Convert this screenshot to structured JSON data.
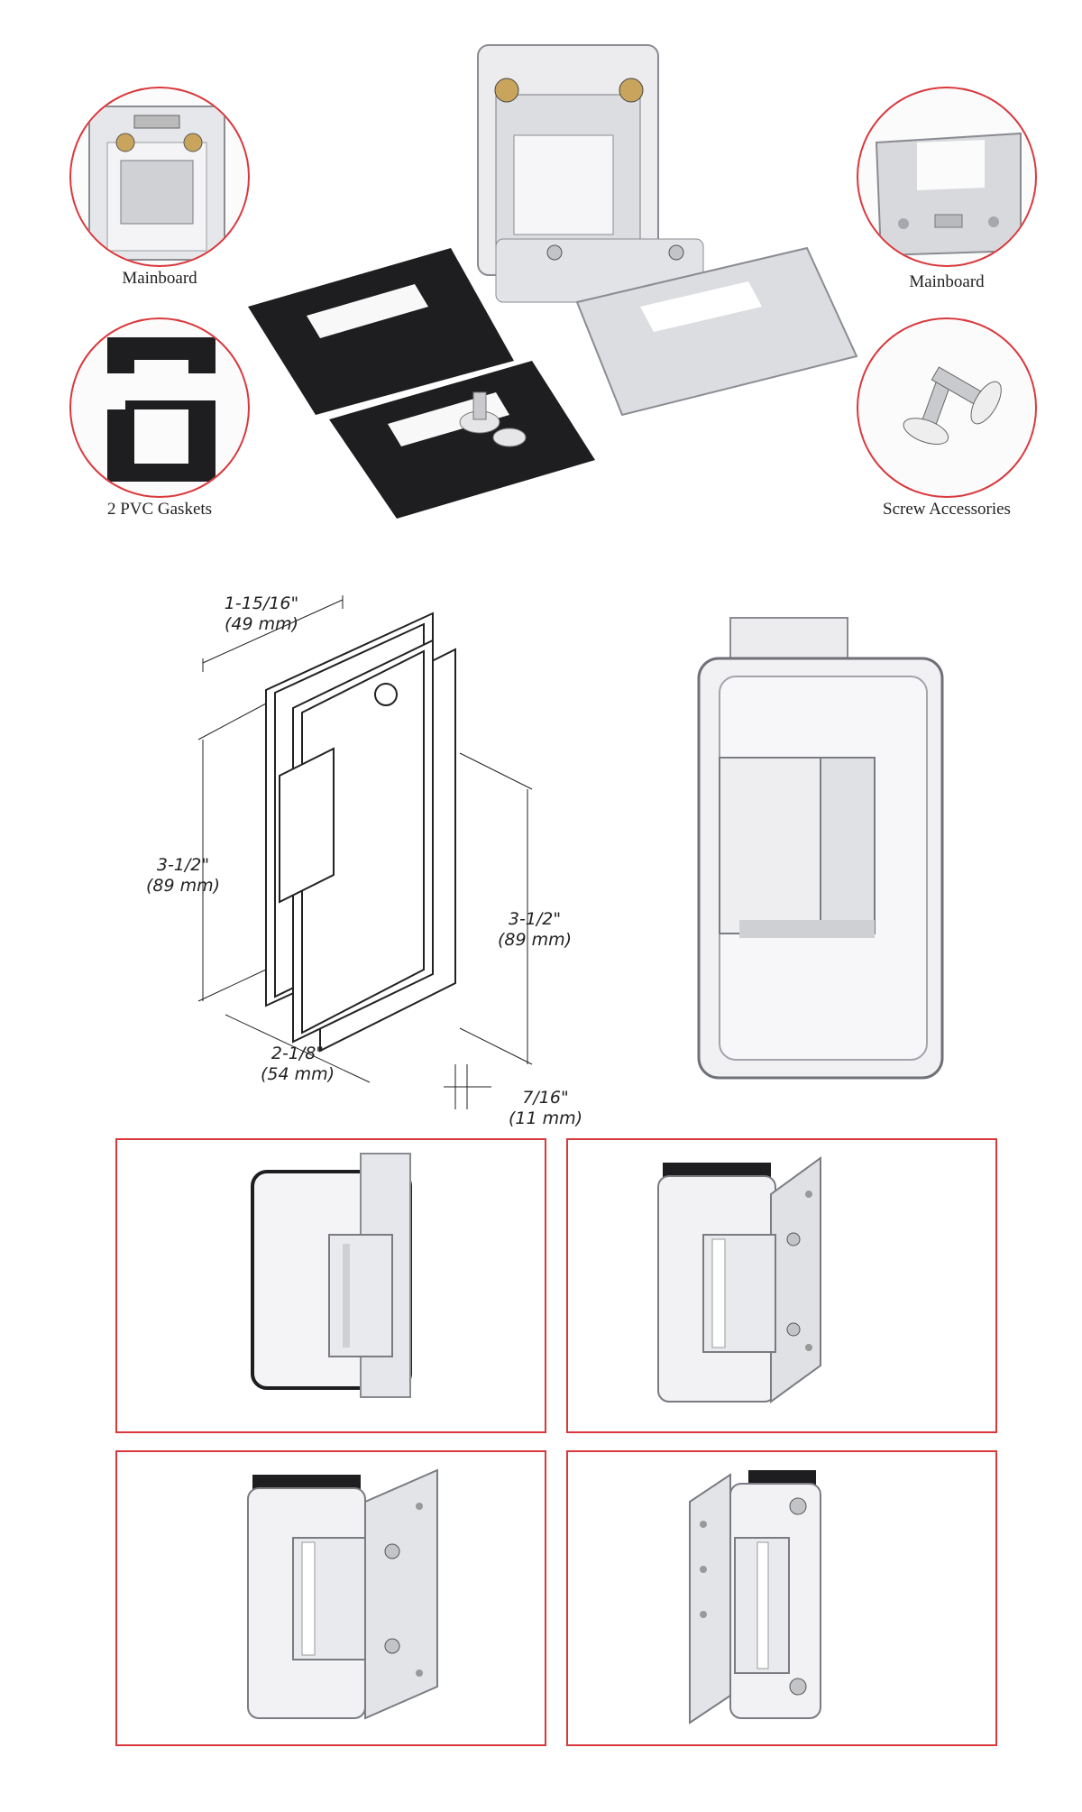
{
  "labels": {
    "mainboard_left": "Mainboard",
    "mainboard_right": "Mainboard",
    "gaskets": "2 PVC Gaskets",
    "screws": "Screw Accessories"
  },
  "dimensions": {
    "top_width_in": "1-15/16\"",
    "top_width_mm": "(49 mm)",
    "left_height_in": "3-1/2\"",
    "left_height_mm": "(89 mm)",
    "right_height_in": "3-1/2\"",
    "right_height_mm": "(89 mm)",
    "bottom_width_in": "2-1/8\"",
    "bottom_width_mm": "(54 mm)",
    "thickness_in": "7/16\"",
    "thickness_mm": "(11 mm)"
  },
  "colors": {
    "frame_accent": "#d9383d",
    "chrome_light": "#f2f2f4",
    "chrome_dark": "#9a9ca2",
    "gasket": "#1e1e20"
  }
}
